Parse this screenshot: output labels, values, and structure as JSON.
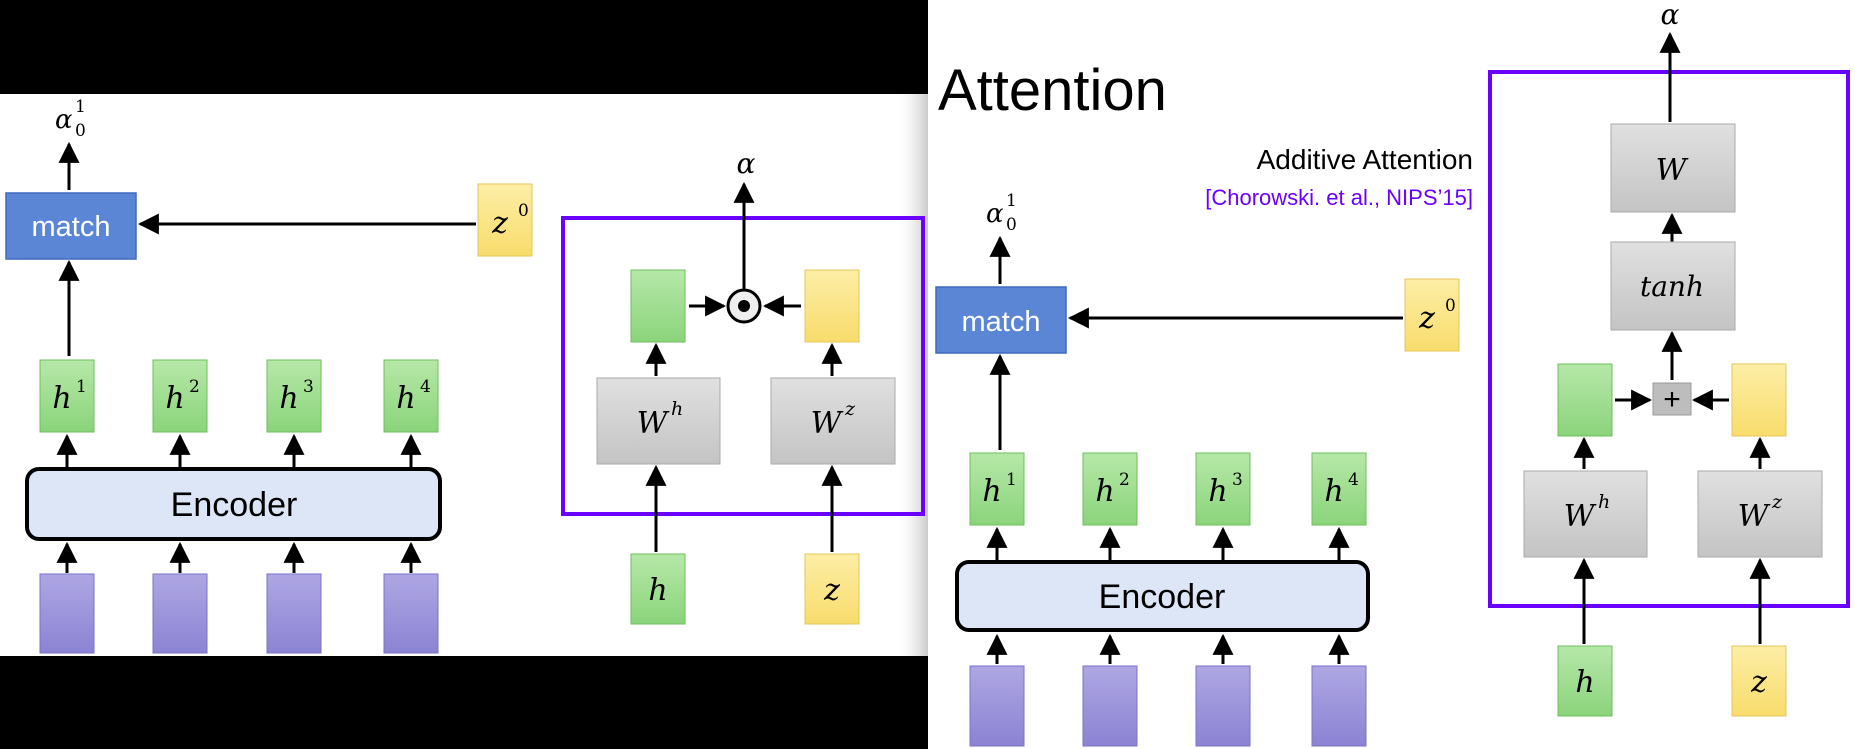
{
  "left_slide": {
    "output_label": "α",
    "output_sub": "0",
    "output_sup": "1",
    "match_label": "match",
    "z_label": "z",
    "z_sup": "0",
    "h_base": "h",
    "h_sups": [
      "1",
      "2",
      "3",
      "4"
    ],
    "encoder_label": "Encoder",
    "detail": {
      "alpha_label": "α",
      "dot_symbol": "⊙",
      "wh_base": "W",
      "wh_sup": "h",
      "wz_base": "W",
      "wz_sup": "z",
      "h_input": "h",
      "z_input": "z"
    }
  },
  "right_slide": {
    "title": "Attention",
    "subtitle": "Additive Attention",
    "citation": "[Chorowski. et al., NIPS’15]",
    "output_label": "α",
    "output_sub": "0",
    "output_sup": "1",
    "match_label": "match",
    "z_label": "z",
    "z_sup": "0",
    "h_base": "h",
    "h_sups": [
      "1",
      "2",
      "3",
      "4"
    ],
    "encoder_label": "Encoder",
    "detail": {
      "alpha_label": "α",
      "w_label": "W",
      "tanh_label": "tanh",
      "plus_symbol": "+",
      "wh_base": "W",
      "wh_sup": "h",
      "wz_base": "W",
      "wz_sup": "z",
      "h_input": "h",
      "z_input": "z"
    }
  },
  "colors": {
    "match_blue": "#5b86d6",
    "green": "#9fdc8f",
    "yellow": "#fce589",
    "purple_box": "#6a00ff",
    "gray": "#cccccc",
    "input_purple": "#9b92d9",
    "encoder_fill": "#dce6f7",
    "citation": "#6a00ff"
  }
}
